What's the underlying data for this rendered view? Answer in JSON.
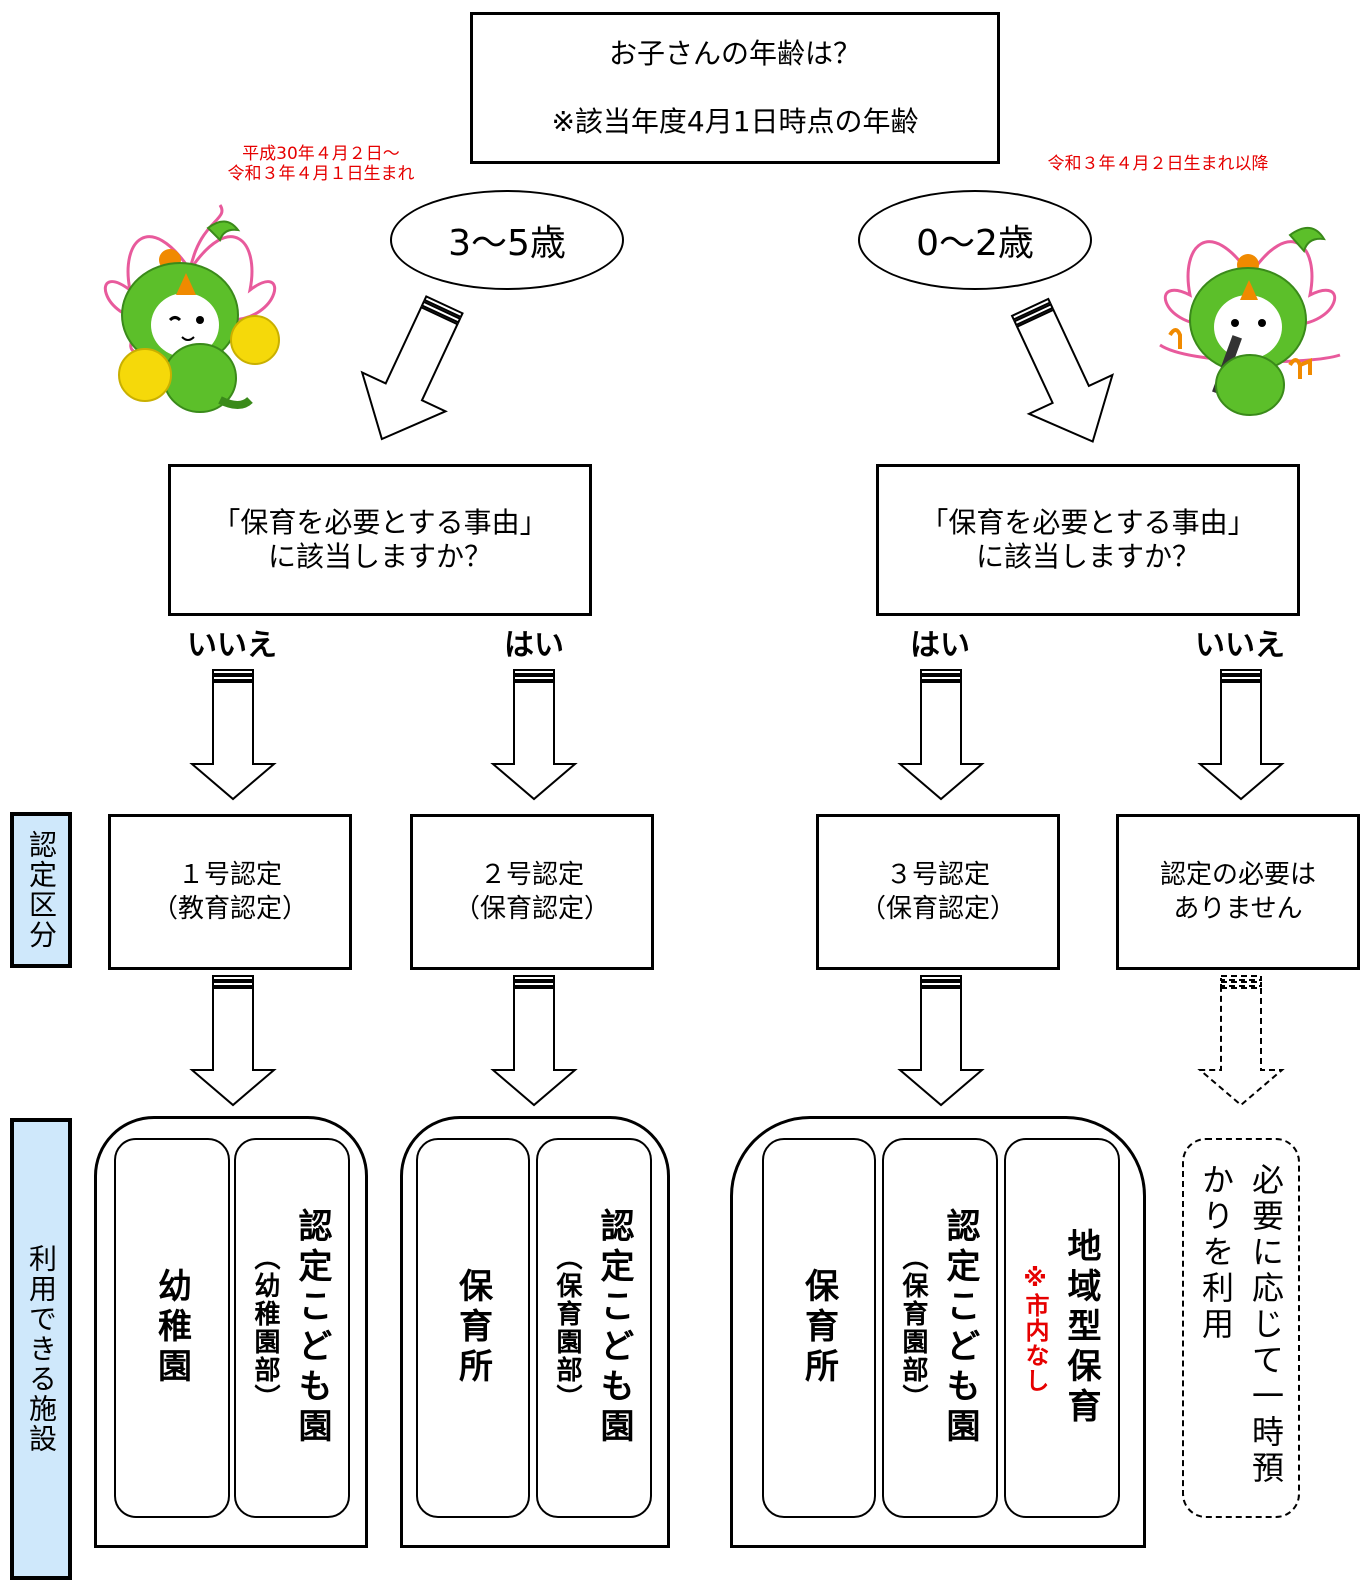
{
  "top": {
    "line1": "お子さんの年齢は？",
    "line2": "※該当年度4月1日時点の年齢"
  },
  "age_left": {
    "label": "3〜5歳",
    "note_line1": "平成30年４月２日〜",
    "note_line2": "令和３年４月１日生まれ"
  },
  "age_right": {
    "label": "0〜2歳",
    "note": "令和３年４月２日生まれ以降"
  },
  "question": {
    "line1": "「保育を必要とする事由」",
    "line2": "に該当しますか？"
  },
  "answers": {
    "no": "いいえ",
    "yes": "はい"
  },
  "side_labels": {
    "certification": "認定区分",
    "facilities": "利用できる施設"
  },
  "certs": {
    "c1_line1": "１号認定",
    "c1_line2": "（教育認定）",
    "c2_line1": "２号認定",
    "c2_line2": "（保育認定）",
    "c3_line1": "３号認定",
    "c3_line2": "（保育認定）",
    "none_line1": "認定の必要は",
    "none_line2": "ありません"
  },
  "facilities": {
    "kindergarten": "幼稚園",
    "nintei_kodomoen": "認定こども園",
    "youchien_bu": "（幼稚園部）",
    "hoikusho": "保育所",
    "hoikuen_bu": "（保育園部）",
    "chiiki_gata": "地域型保育",
    "shinai_nashi": "※市内なし",
    "temporary": "必要に応じて一時預かりを利用"
  },
  "colors": {
    "note_red": "#e60000",
    "tab_blue": "#cfe8fb",
    "mascot_green": "#5cbf2a",
    "mascot_pink": "#e85a9c",
    "pompom_yellow": "#f5d90a"
  },
  "icons": [
    "mascot-cheerleader-icon",
    "mascot-clarinet-icon",
    "hollow-arrow-icon",
    "dashed-arrow-icon"
  ]
}
